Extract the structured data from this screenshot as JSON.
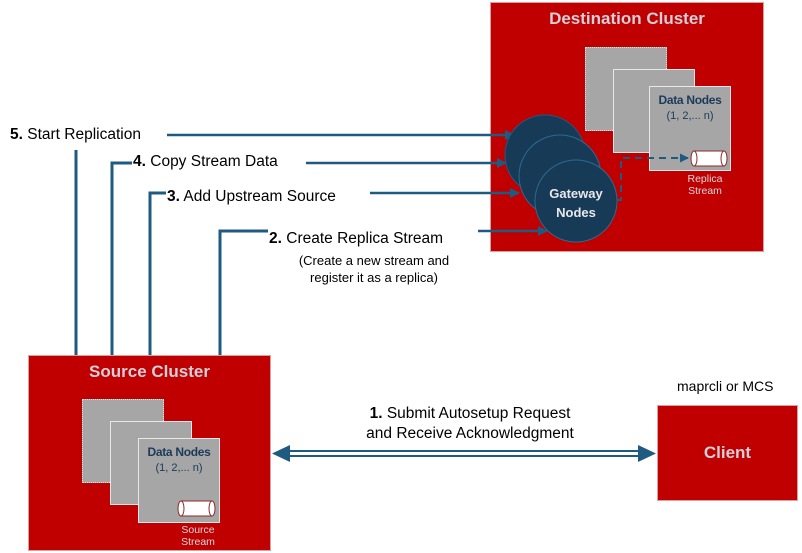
{
  "diagram": {
    "destination_cluster": {
      "title": "Destination Cluster",
      "data_nodes": {
        "title": "Data Nodes",
        "subtitle": "(1, 2,... n)"
      },
      "gateway_nodes": {
        "line1": "Gateway",
        "line2": "Nodes"
      },
      "stream": {
        "line1": "Replica",
        "line2": "Stream"
      }
    },
    "source_cluster": {
      "title": "Source Cluster",
      "data_nodes": {
        "title": "Data Nodes",
        "subtitle": "(1, 2,... n)"
      },
      "stream": {
        "line1": "Source",
        "line2": "Stream"
      }
    },
    "client": {
      "title": "Client",
      "caption": "maprcli or MCS"
    },
    "steps": [
      {
        "number": "1.",
        "text": "Submit Autosetup Request",
        "text2": "and Receive Acknowledgment"
      },
      {
        "number": "2.",
        "text": "Create Replica Stream",
        "note1": "(Create a new stream and",
        "note2": "register it as a replica)"
      },
      {
        "number": "3.",
        "text": "Add Upstream Source"
      },
      {
        "number": "4.",
        "text": "Copy Stream Data"
      },
      {
        "number": "5.",
        "text": "Start Replication"
      }
    ],
    "colors": {
      "cluster_red": "#c00000",
      "arrow_blue": "#1f5a80",
      "gateway_navy": "#173a56",
      "node_gray": "#a6a6a6"
    }
  }
}
